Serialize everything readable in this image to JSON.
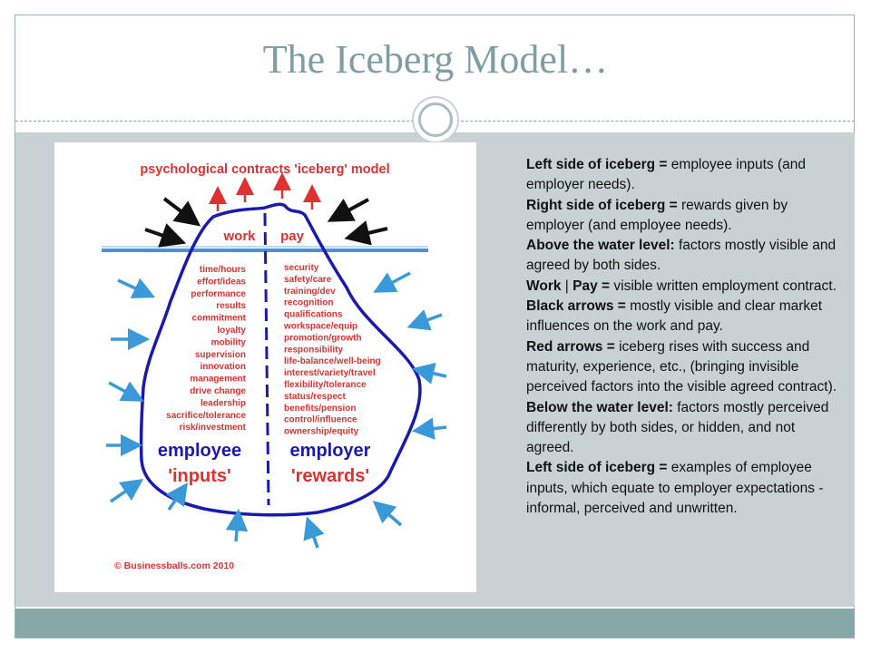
{
  "slide": {
    "title": "The Iceberg Model…"
  },
  "diagram": {
    "heading": "psychological contracts 'iceberg' model",
    "work_label": "work",
    "pay_label": "pay",
    "left_items": [
      "time/hours",
      "effort/ideas",
      "performance",
      "results",
      "commitment",
      "loyalty",
      "mobility",
      "supervision",
      "innovation",
      "management",
      "drive change",
      "leadership",
      "sacrifice/tolerance",
      "risk/investment"
    ],
    "right_items": [
      "security",
      "safety/care",
      "training/dev",
      "recognition",
      "qualifications",
      "workspace/equip",
      "promotion/growth",
      "responsibility",
      "life-balance/well-being",
      "interest/variety/travel",
      "flexibility/tolerance",
      "status/respect",
      "benefits/pension",
      "control/influence",
      "ownership/equity"
    ],
    "employee_label": "employee",
    "inputs_label": "'inputs'",
    "employer_label": "employer",
    "rewards_label": "'rewards'",
    "copyright": "© Businessballs.com 2010",
    "colors": {
      "red": "#e03030",
      "blue": "#1a1ab0",
      "water": "#4a90e2",
      "arrow_blue": "#3a9ad9"
    }
  },
  "explanation": [
    {
      "bold": "Left side of iceberg = ",
      "text": "employee inputs (and employer needs)."
    },
    {
      "bold": "Right side of iceberg = ",
      "text": "rewards given by employer (and employee needs)."
    },
    {
      "bold": "Above the water level: ",
      "text": "factors mostly visible and agreed by both sides."
    },
    {
      "bold": "Work",
      "text": " | ",
      "bold2": "Pay = ",
      "text2": "visible written employment contract."
    },
    {
      "bold": "Black arrows = ",
      "text": "mostly visible and clear market influences on the work and pay."
    },
    {
      "bold": "Red arrows = ",
      "text": "iceberg rises with success and maturity, experience, etc., (bringing invisible perceived factors into the visible agreed contract)."
    },
    {
      "bold": "Below the water level: ",
      "text": "factors mostly perceived differently by both sides, or hidden, and not agreed."
    },
    {
      "bold": "Left side of iceberg = ",
      "text": "examples of employee inputs, which equate to employer expectations - informal, perceived and unwritten."
    }
  ]
}
